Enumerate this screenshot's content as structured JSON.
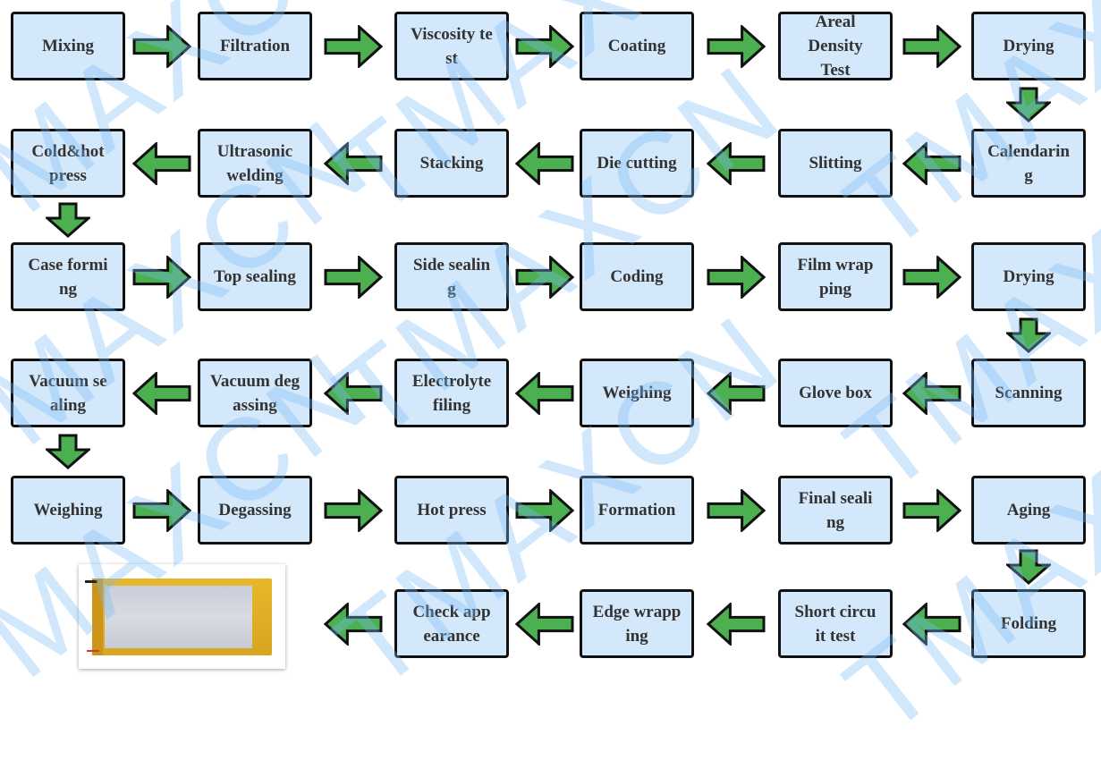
{
  "title": "Polymer lithium battery production process flow",
  "colors": {
    "box_fill": "#d4e8fb",
    "box_border": "#111111",
    "arrow_fill": "#4caf50",
    "arrow_stroke": "#111111",
    "text": "#333333",
    "watermark": "#78b9f5"
  },
  "watermark_text": "TMAXCN",
  "rows": [
    {
      "direction": "right",
      "steps": [
        {
          "label": [
            "Mixing"
          ]
        },
        {
          "label": [
            "Filtration"
          ]
        },
        {
          "label": [
            "Viscosity te",
            "st"
          ]
        },
        {
          "label": [
            "Coating"
          ]
        },
        {
          "label": [
            "Areal",
            "Density",
            "Test"
          ]
        },
        {
          "label": [
            "Drying"
          ]
        }
      ]
    },
    {
      "direction": "left",
      "steps": [
        {
          "label": [
            "Cold&hot",
            "press"
          ]
        },
        {
          "label": [
            "Ultrasonic",
            "welding"
          ]
        },
        {
          "label": [
            "Stacking"
          ]
        },
        {
          "label": [
            "Die cutting"
          ]
        },
        {
          "label": [
            "Slitting"
          ]
        },
        {
          "label": [
            "Calendarin",
            "g"
          ]
        }
      ]
    },
    {
      "direction": "right",
      "steps": [
        {
          "label": [
            "Case formi",
            "ng"
          ]
        },
        {
          "label": [
            "Top sealing"
          ]
        },
        {
          "label": [
            "Side sealin",
            "g"
          ]
        },
        {
          "label": [
            "Coding"
          ]
        },
        {
          "label": [
            "Film wrap",
            "ping"
          ]
        },
        {
          "label": [
            "Drying"
          ]
        }
      ]
    },
    {
      "direction": "left",
      "steps": [
        {
          "label": [
            "Vacuum se",
            "aling"
          ]
        },
        {
          "label": [
            "Vacuum deg",
            "assing"
          ]
        },
        {
          "label": [
            "Electrolyte",
            "filing"
          ]
        },
        {
          "label": [
            "Weighing"
          ]
        },
        {
          "label": [
            "Glove box"
          ]
        },
        {
          "label": [
            "Scanning"
          ]
        }
      ]
    },
    {
      "direction": "right",
      "steps": [
        {
          "label": [
            "Weighing"
          ]
        },
        {
          "label": [
            "Degassing"
          ]
        },
        {
          "label": [
            "Hot press"
          ]
        },
        {
          "label": [
            "Formation"
          ]
        },
        {
          "label": [
            "Final seali",
            "ng"
          ]
        },
        {
          "label": [
            "Aging"
          ]
        }
      ]
    },
    {
      "direction": "left",
      "steps": [
        null,
        null,
        {
          "label": [
            "Check app",
            "earance"
          ]
        },
        {
          "label": [
            "Edge wrapp",
            "ing"
          ]
        },
        {
          "label": [
            "Short circu",
            "it test"
          ]
        },
        {
          "label": [
            "Folding"
          ]
        }
      ]
    }
  ],
  "product_image": {
    "alt": "Finished pouch lithium polymer battery cell"
  }
}
